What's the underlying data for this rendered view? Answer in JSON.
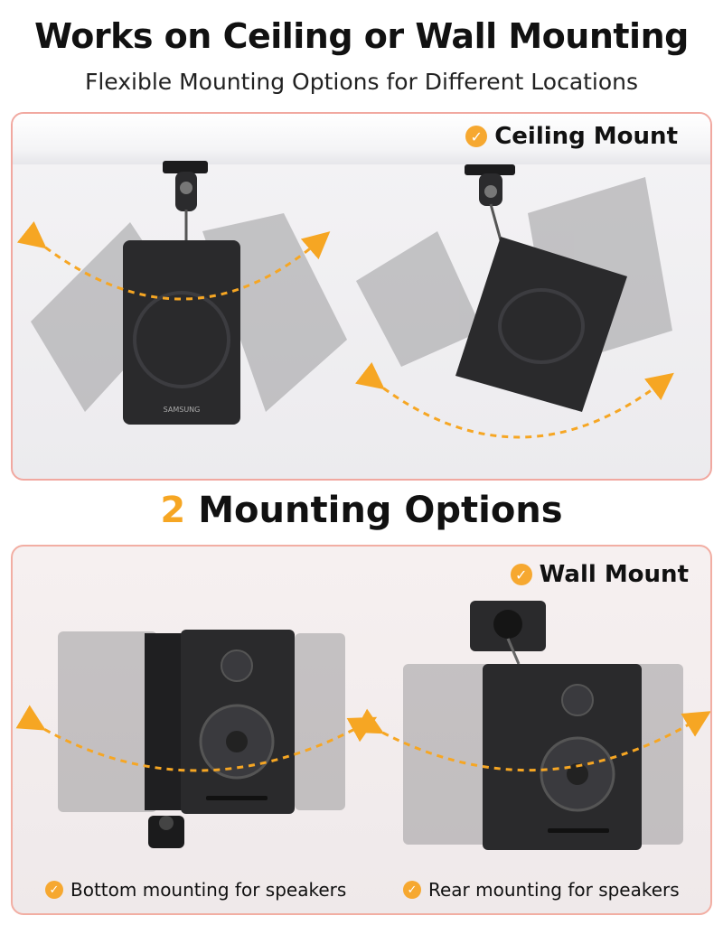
{
  "header": {
    "title": "Works on Ceiling or Wall Mounting",
    "subtitle": "Flexible Mounting Options for Different Locations"
  },
  "ceiling_panel": {
    "badge": "Ceiling Mount",
    "brand_label": "SAMSUNG"
  },
  "middle": {
    "number": "2",
    "text": "Mounting Options"
  },
  "wall_panel": {
    "badge": "Wall Mount",
    "caption_left": "Bottom mounting for speakers",
    "caption_right": "Rear mounting for speakers"
  },
  "colors": {
    "accent": "#f6a623",
    "panel_border": "#f1a8a0",
    "speaker": "#2a2a2c"
  },
  "icons": [
    "check-icon",
    "swing-arrow-icon"
  ]
}
